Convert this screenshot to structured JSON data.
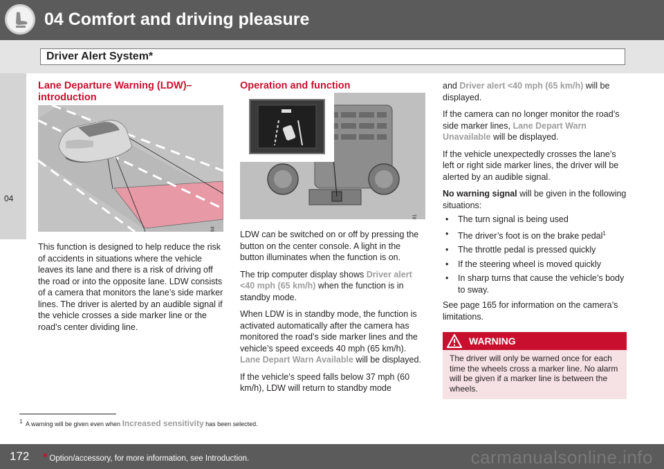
{
  "header": {
    "chapter_title": "04 Comfort and driving pleasure",
    "section_title": "Driver Alert System*",
    "side_tab": "04",
    "chapter_icon": "seat-icon"
  },
  "col1": {
    "heading": "Lane Departure Warning (LDW)– introduction",
    "figure_code": "G017394",
    "paragraph": "This function is designed to help reduce the risk of accidents in situations where the vehicle leaves its lane and there is a risk of driving off the road or into the opposite lane. LDW consists of a camera that monitors the lane’s side marker lines. The driver is alerted by an audible signal if the vehicle crosses a side marker line or the road’s center dividing line."
  },
  "col2": {
    "heading": "Operation and function",
    "figure_code": "G043681",
    "p1": "LDW can be switched on or off by pressing the button on the center console. A light in the button illuminates when the function is on.",
    "p2_a": "The trip computer display shows ",
    "p2_hl": "Driver alert <40 mph (65 km/h)",
    "p2_b": " when the function is in standby mode.",
    "p3_a": "When LDW is in standby mode, the function is activated automatically after the camera has monitored the road’s side marker lines and the vehicle’s speed exceeds 40 mph (65 km/h). ",
    "p3_hl": "Lane Depart Warn Available",
    "p3_b": " will be displayed.",
    "p4": "If the vehicle’s speed falls below 37 mph (60 km/h), LDW will return to standby mode"
  },
  "col3": {
    "p1_a": "and ",
    "p1_hl": "Driver alert <40 mph (65 km/h)",
    "p1_b": " will be displayed.",
    "p2_a": "If the camera can no longer monitor the road’s side marker lines, ",
    "p2_hl": "Lane Depart Warn Unavailable",
    "p2_b": " will be displayed.",
    "p3": "If the vehicle unexpectedly crosses the lane’s left or right side marker lines, the driver will be alerted by an audible signal.",
    "p4_bold": "No warning signal",
    "p4_rest": " will be given in the following situations:",
    "bullet_glyph": "•",
    "bullets": [
      "The turn signal is being used",
      "The driver’s foot is on the brake pedal",
      "The throttle pedal is pressed quickly",
      "If the steering wheel is moved quickly",
      "In sharp turns that cause the vehicle’s body to sway."
    ],
    "bullet2_sup": "1",
    "p5": "See page 165 for information on the camera’s limitations.",
    "warning_title": "WARNING",
    "warning_body": "The driver will only be warned once for each time the wheels cross a marker line. No alarm will be given if a marker line is between the wheels."
  },
  "footnote": {
    "marker": "1",
    "text_a": "A warning will be given even when ",
    "text_hl": "Increased sensitivity",
    "text_b": " has been selected."
  },
  "footer": {
    "page_number": "172",
    "star": "*",
    "note": " Option/accessory, for more information, see Introduction.",
    "watermark": "carmanualsonline.info"
  },
  "colors": {
    "accent_red": "#c8102e",
    "highlight_gray": "#9d9d9d",
    "header_gray": "#5c5b5c"
  }
}
